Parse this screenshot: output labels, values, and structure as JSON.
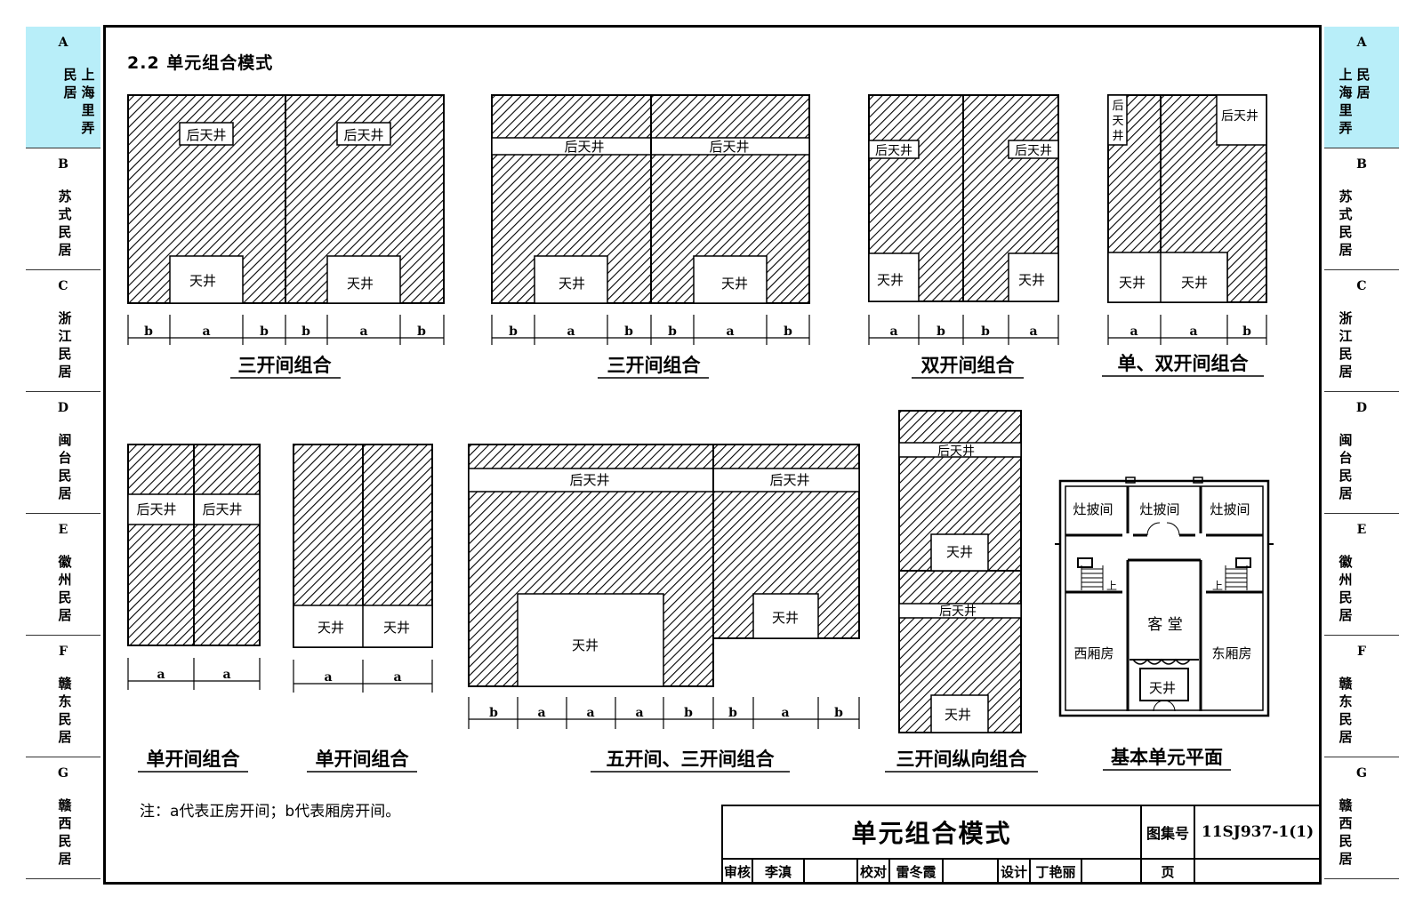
{
  "section_title": "2.2  单元组合模式",
  "side_tabs": [
    {
      "letter": "A",
      "name_cols": [
        "民居",
        "上海里弄"
      ],
      "active": true
    },
    {
      "letter": "B",
      "name": "苏式民居",
      "active": false
    },
    {
      "letter": "C",
      "name": "浙江民居",
      "active": false
    },
    {
      "letter": "D",
      "name": "闽台民居",
      "active": false
    },
    {
      "letter": "E",
      "name": "徽州民居",
      "active": false
    },
    {
      "letter": "F",
      "name": "赣东民居",
      "active": false
    },
    {
      "letter": "G",
      "name": "赣西民居",
      "active": false
    }
  ],
  "side_tabs_right_a_cols": [
    "上海里弄",
    "民居"
  ],
  "labels": {
    "back_court": "后天井",
    "back_court_v": [
      "后",
      "天",
      "井"
    ],
    "court": "天井",
    "a": "a",
    "b": "b",
    "kitchen": "灶披间",
    "hall": "客 堂",
    "west": "西厢房",
    "east": "东厢房",
    "up": "上"
  },
  "captions": {
    "c1": "三开间组合",
    "c2": "三开间组合",
    "c3": "双开间组合",
    "c4": "单、双开间组合",
    "c5": "单开间组合",
    "c6": "单开间组合",
    "c7": "五开间、三开间组合",
    "c8": "三开间纵向组合",
    "c9": "基本单元平面"
  },
  "note": "注：a代表正房开间；b代表厢房开间。",
  "title_block": {
    "title": "单元组合模式",
    "atlas_label": "图集号",
    "atlas_no": "11SJ937-1(1)",
    "review_label": "审核",
    "reviewer": "李滇",
    "check_label": "校对",
    "checker": "雷冬霞",
    "design_label": "设计",
    "designer": "丁艳丽",
    "page_label": "页",
    "page_no": ""
  },
  "colors": {
    "tab_active": "#b8eef9",
    "ink": "#000000"
  }
}
